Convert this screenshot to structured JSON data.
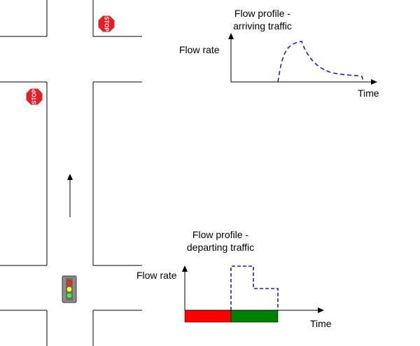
{
  "top_chart": {
    "title_line1": "Flow profile -",
    "title_line2": "arriving traffic",
    "ylabel": "Flow rate",
    "xlabel": "Time"
  },
  "bottom_chart": {
    "title_line1": "Flow profile -",
    "title_line2": "departing traffic",
    "ylabel": "Flow rate",
    "xlabel": "Time"
  },
  "signs": {
    "stop_text": "STOP"
  },
  "colors": {
    "stop_sign": "#e31e24",
    "red_phase": "#ff0000",
    "green_phase": "#008000",
    "flow_line": "#1f1fcc",
    "signal_housing": "#8c8c8c",
    "signal_red": "#ff2a00",
    "signal_yellow": "#ffff33",
    "signal_green": "#33ff33"
  }
}
